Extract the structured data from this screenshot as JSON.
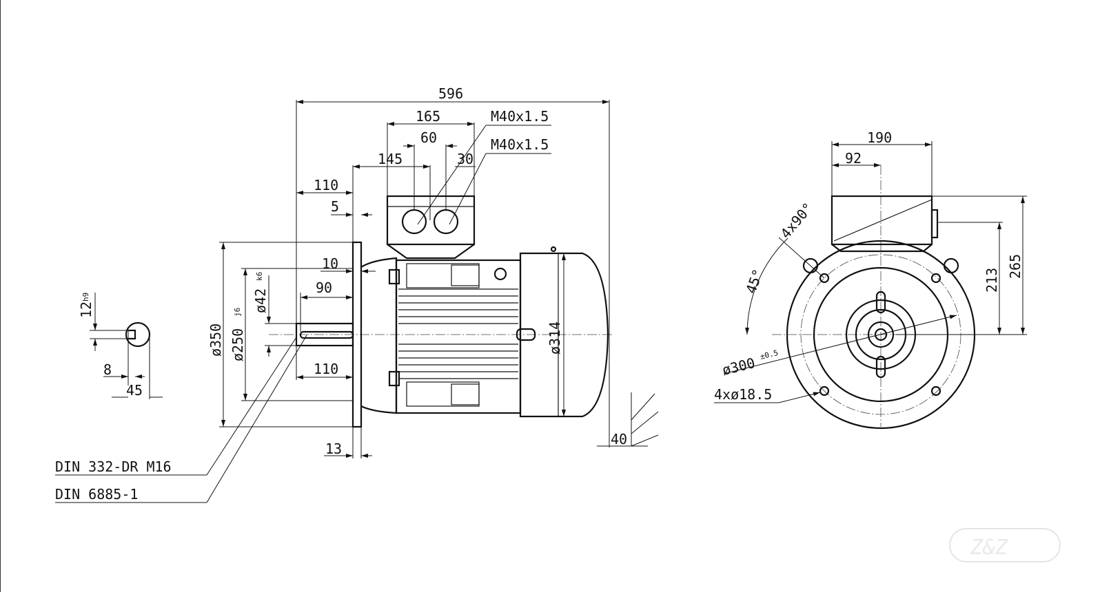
{
  "drawing": {
    "shaft_section": {
      "keyway_width": "12",
      "keyway_tol": "h9",
      "key_depth": "8",
      "dim_45": "45"
    },
    "side_view": {
      "overall_length": "596",
      "terminal_box_width": "165",
      "gland_spacing": "60",
      "box_offset": "145",
      "gland_offset": "30",
      "gland_thread_1": "M40x1.5",
      "gland_thread_2": "M40x1.5",
      "flange_offset": "110",
      "spigot": "5",
      "shoulder": "10",
      "keyway_length": "90",
      "shaft_length": "110",
      "flange_thickness": "13",
      "foot_clearance": "40",
      "flange_dia": "ø350",
      "spigot_dia": "ø250",
      "spigot_tol": "j6",
      "shaft_dia": "ø42",
      "shaft_tol": "k6",
      "fan_cover_dia": "ø314"
    },
    "front_view": {
      "box_width": "190",
      "box_offset": "92",
      "height_gland": "213",
      "height_total": "265",
      "hole_pattern": "4x90°",
      "angle": "45°",
      "pcd": "ø300",
      "pcd_tol": "±0.5",
      "holes": "4xø18.5"
    },
    "notes": {
      "center_hole": "DIN 332-DR M16",
      "key": "DIN 6885-1"
    },
    "logo": "Z&Z"
  }
}
